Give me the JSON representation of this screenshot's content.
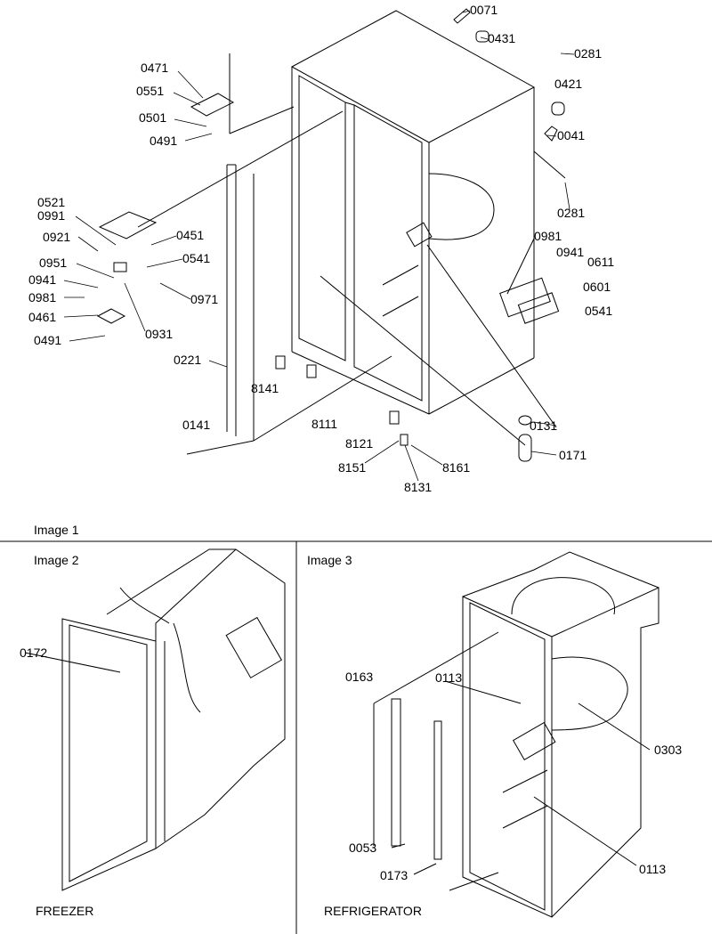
{
  "captions": {
    "image1": "Image 1",
    "image2": "Image 2",
    "image3": "Image 3",
    "freezer": "FREEZER",
    "refrigerator": "REFRIGERATOR"
  },
  "image1_parts": [
    "0071",
    "0431",
    "0281",
    "0471",
    "0551",
    "0421",
    "0501",
    "0491",
    "0041",
    "0281",
    "0521",
    "0991",
    "0921",
    "0451",
    "0951",
    "0541",
    "0941",
    "0981",
    "0971",
    "0461",
    "0931",
    "0491",
    "0221",
    "0981",
    "0941",
    "0611",
    "0601",
    "0541",
    "8141",
    "8111",
    "0131",
    "0141",
    "8121",
    "0171",
    "8151",
    "8161",
    "8131"
  ],
  "image2_parts": [
    "0172"
  ],
  "image3_parts": [
    "0113",
    "0163",
    "0303",
    "0053",
    "0113",
    "0173"
  ]
}
